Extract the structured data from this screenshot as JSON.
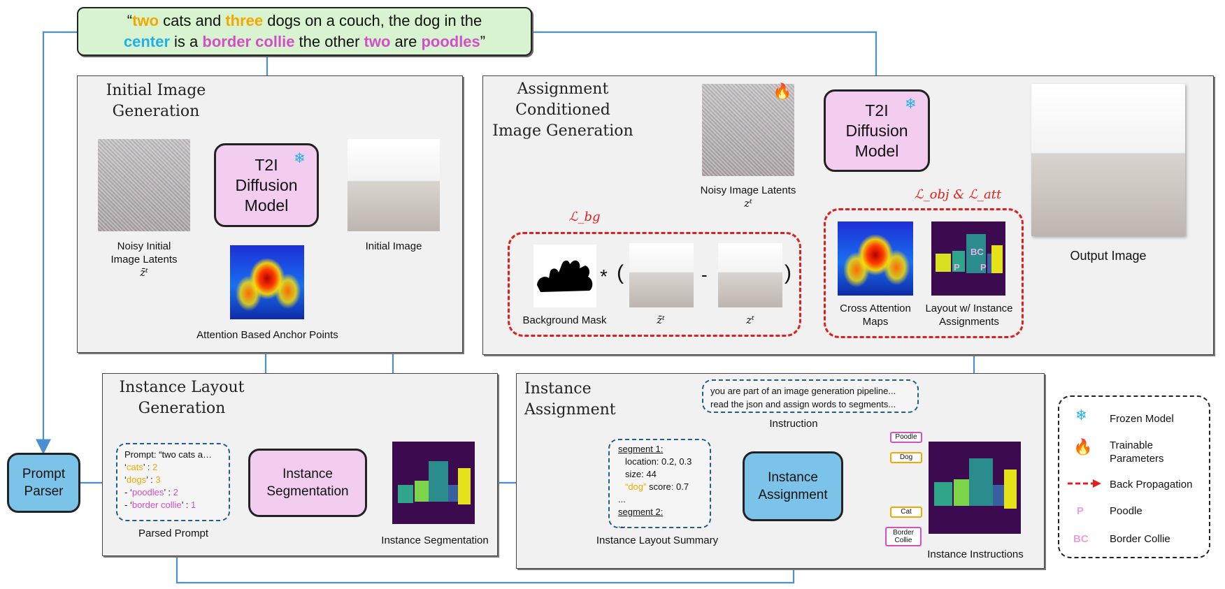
{
  "prompt": {
    "open_quote": "“",
    "w1": "two",
    "t1": " cats and ",
    "w2": "three",
    "t2": " dogs on a couch, the dog in the",
    "w3": "center",
    "t3": " is a ",
    "w4": "border collie",
    "t4": " the other ",
    "w5": "two",
    "t5": " are ",
    "w6": "poodles",
    "close_quote": "”"
  },
  "panels": {
    "initial": "Initial Image\nGeneration",
    "assignment_cond": "Assignment\nConditioned\nImage Generation",
    "layout": "Instance Layout\nGeneration",
    "inst_assign": "Instance Assignment"
  },
  "model": {
    "label": "T2I\nDiffusion\nModel"
  },
  "captions": {
    "noisy_initial": "Noisy Initial\nImage Latents",
    "noisy_initial_var": "z̄ᵗ",
    "initial_image": "Initial Image",
    "anchor": "Attention Based Anchor Points",
    "noisy_latents": "Noisy Image Latents",
    "noisy_latents_var": "zᵗ",
    "background_mask": "Background Mask",
    "zbar": "z̄ᵗ",
    "z": "zᵗ",
    "cross_attn": "Cross Attention\nMaps",
    "layout_assign": "Layout w/ Instance\nAssignments",
    "output": "Output Image",
    "parsed_prompt": "Parsed Prompt",
    "inst_seg": "Instance Segmentation",
    "layout_summary": "Instance Layout Summary",
    "instruction": "Instruction",
    "inst_instructions": "Instance Instructions"
  },
  "losses": {
    "bg": "ℒ_bg",
    "obj_att": "ℒ_obj & ℒ_att"
  },
  "formula": {
    "star": "*",
    "lparen": "(",
    "minus": "-",
    "rparen": ")"
  },
  "prompt_parser": "Prompt\nParser",
  "instance_segmentation": "Instance\nSegmentation",
  "instance_assignment": "Instance\nAssignment",
  "parsed": {
    "line1": "Prompt: “two cats a…",
    "l2q1": "‘",
    "l2w": "cats",
    "l2q2": "’ : ",
    "l2n": "2",
    "l3q1": "‘",
    "l3w": "dogs",
    "l3q2": "’ : ",
    "l3n": "3",
    "l4q1": "- ‘",
    "l4w": "poodles",
    "l4q2": "’ : ",
    "l4n": "2",
    "l5q1": "- ‘",
    "l5w": "border collie",
    "l5q2": "’ : ",
    "l5n": "1"
  },
  "instruction_text": "you are part of an image generation pipeline...\nread the json and assign words to segments...",
  "summary": {
    "seg1": "segment 1:",
    "loc": "location: 0.2, 0.3",
    "size": "size: 44",
    "dog": "“dog”",
    "score": " score: 0.7",
    "dots1": "...",
    "seg2": "segment 2:",
    "dots2": "..."
  },
  "tags": {
    "poodle": "Poodle",
    "dog": "Dog",
    "cat": "Cat",
    "border_collie": "Border\nCollie"
  },
  "seg_letters": {
    "bc": "BC",
    "p": "P"
  },
  "legend": {
    "frozen": "Frozen Model",
    "trainable": "Trainable\nParameters",
    "backprop": "Back Propagation",
    "p_letter": "P",
    "poodle": "Poodle",
    "bc_letter": "BC",
    "border_collie": "Border Collie"
  },
  "icons": {
    "snowflake": "❄",
    "fire": "🔥"
  },
  "colors": {
    "orange": "#f4a700",
    "cyan": "#1fb0e6",
    "pink": "#d24fc8",
    "arrow": "#4a8fd0",
    "red": "#e02020",
    "model_fill": "#f2cdf0",
    "blue_fill": "#7cc3ea",
    "prompt_fill": "#d8f3cf"
  }
}
